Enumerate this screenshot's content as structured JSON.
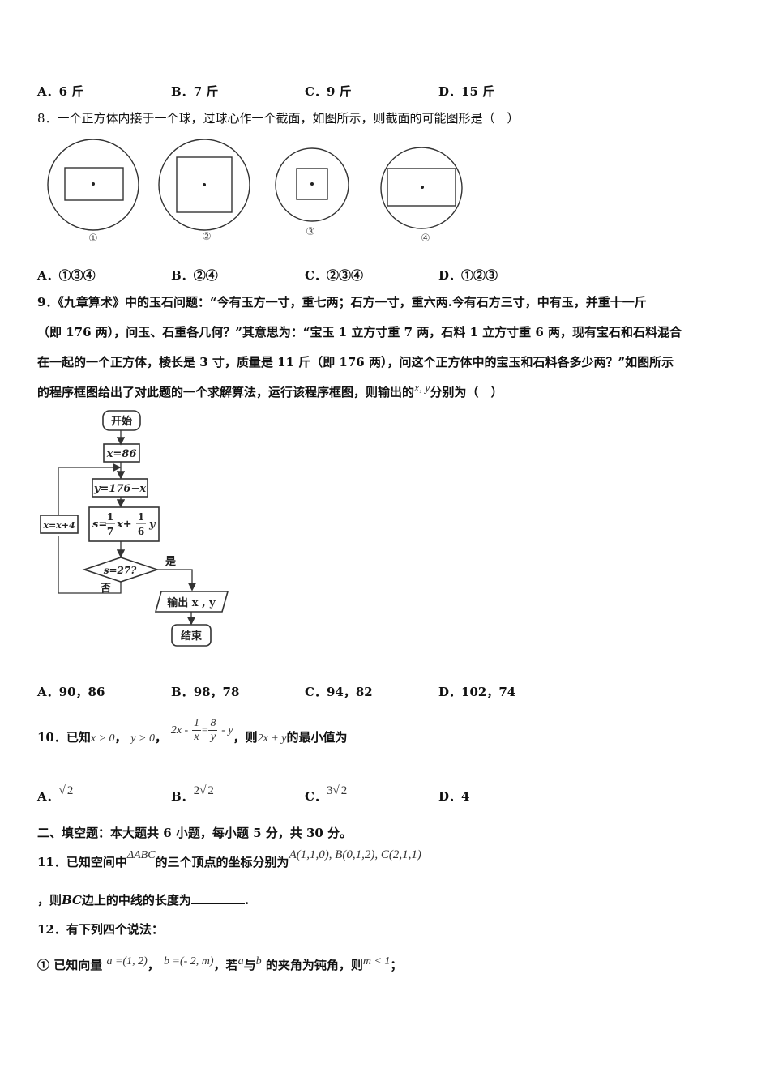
{
  "q7": {
    "options": [
      {
        "letter": "A．",
        "text": "6 斤"
      },
      {
        "letter": "B．",
        "text": "7 斤"
      },
      {
        "letter": "C．",
        "text": "9 斤"
      },
      {
        "letter": "D．",
        "text": "15 斤"
      }
    ]
  },
  "q8": {
    "stem": "8．一个正方体内接于一个球，过球心作一个截面，如图所示，则截面的可能图形是（　）",
    "figure_labels": [
      "①",
      "②",
      "③",
      "④"
    ],
    "options": [
      {
        "letter": "A．",
        "text": "①③④"
      },
      {
        "letter": "B．",
        "text": "②④"
      },
      {
        "letter": "C．",
        "text": "②③④"
      },
      {
        "letter": "D．",
        "text": "①②③"
      }
    ]
  },
  "q9": {
    "line1": "9．《九章算术》中的玉石问题：“今有玉方一寸，重七两；石方一寸，重六两.今有石方三寸，中有玉，并重十一斤",
    "line2": "（即 176 两），问玉、石重各几何？”其意思为：“宝玉 1 立方寸重 7 两，石料 1 立方寸重 6 两，现有宝石和石料混合",
    "line3": "在一起的一个正方体，棱长是 3 寸，质量是 11 斤（即 176 两），问这个正方体中的宝玉和石料各多少两？”如图所示",
    "line4_a": "的程序框图给出了对此题的一个求解算法，运行该程序框图，则输出的",
    "line4_math": "x, y",
    "line4_b": "分别为（　）",
    "flow": {
      "start": "开始",
      "init": "x=86",
      "assign_y": "y=176−x",
      "assign_s_prefix": "s=",
      "frac1_num": "1",
      "frac1_den": "7",
      "mid": "x+",
      "frac2_num": "1",
      "frac2_den": "6",
      "tail": "y",
      "condition": "s=27?",
      "yes": "是",
      "no": "否",
      "update": "x=x+4",
      "output": "输出 x , y",
      "end": "结束"
    },
    "options": [
      {
        "letter": "A．",
        "text": "90，86"
      },
      {
        "letter": "B．",
        "text": "98，78"
      },
      {
        "letter": "C．",
        "text": "94，82"
      },
      {
        "letter": "D．",
        "text": "102，74"
      }
    ]
  },
  "q10": {
    "prefix": "10．已知",
    "cond1": "x > 0",
    "sep": "，",
    "cond2": "y > 0",
    "sep2": "，",
    "eq_left": "2x -",
    "f1_num": "1",
    "f1_den": "x",
    "eq_mid": "=",
    "f2_num": "8",
    "f2_den": "y",
    "eq_right": "- y",
    "suffix_a": "，则",
    "target": "2x + y",
    "suffix_b": "的最小值为",
    "options": [
      {
        "letter": "A．",
        "coef": "",
        "rad": "2"
      },
      {
        "letter": "B．",
        "coef": "2",
        "rad": "2"
      },
      {
        "letter": "C．",
        "coef": "3",
        "rad": "2"
      },
      {
        "letter": "D．",
        "text": "4"
      }
    ]
  },
  "section2": {
    "heading": "二、填空题：本大题共 6 小题，每小题 5 分，共 30 分。"
  },
  "q11": {
    "prefix": "11．已知空间中",
    "triangle": "ΔABC",
    "mid": "的三个顶点的坐标分别为",
    "coords": "A(1,1,0), B(0,1,2), C(2,1,1)",
    "line2_a": "，则",
    "bc": "BC",
    "line2_b": "边上的中线的长度为",
    "line2_c": "."
  },
  "q12": {
    "stem": "12．有下列四个说法：",
    "s1_a": "① 已知向量",
    "vec_a": "a =(1, 2)",
    "s1_sep": "，",
    "vec_b": "b =(- 2, m)",
    "s1_b": "，若",
    "a": "a",
    "s1_c": "与",
    "b": "b",
    "s1_d": "的夹角为钝角，则",
    "cond": "m < 1",
    "s1_e": "；"
  }
}
